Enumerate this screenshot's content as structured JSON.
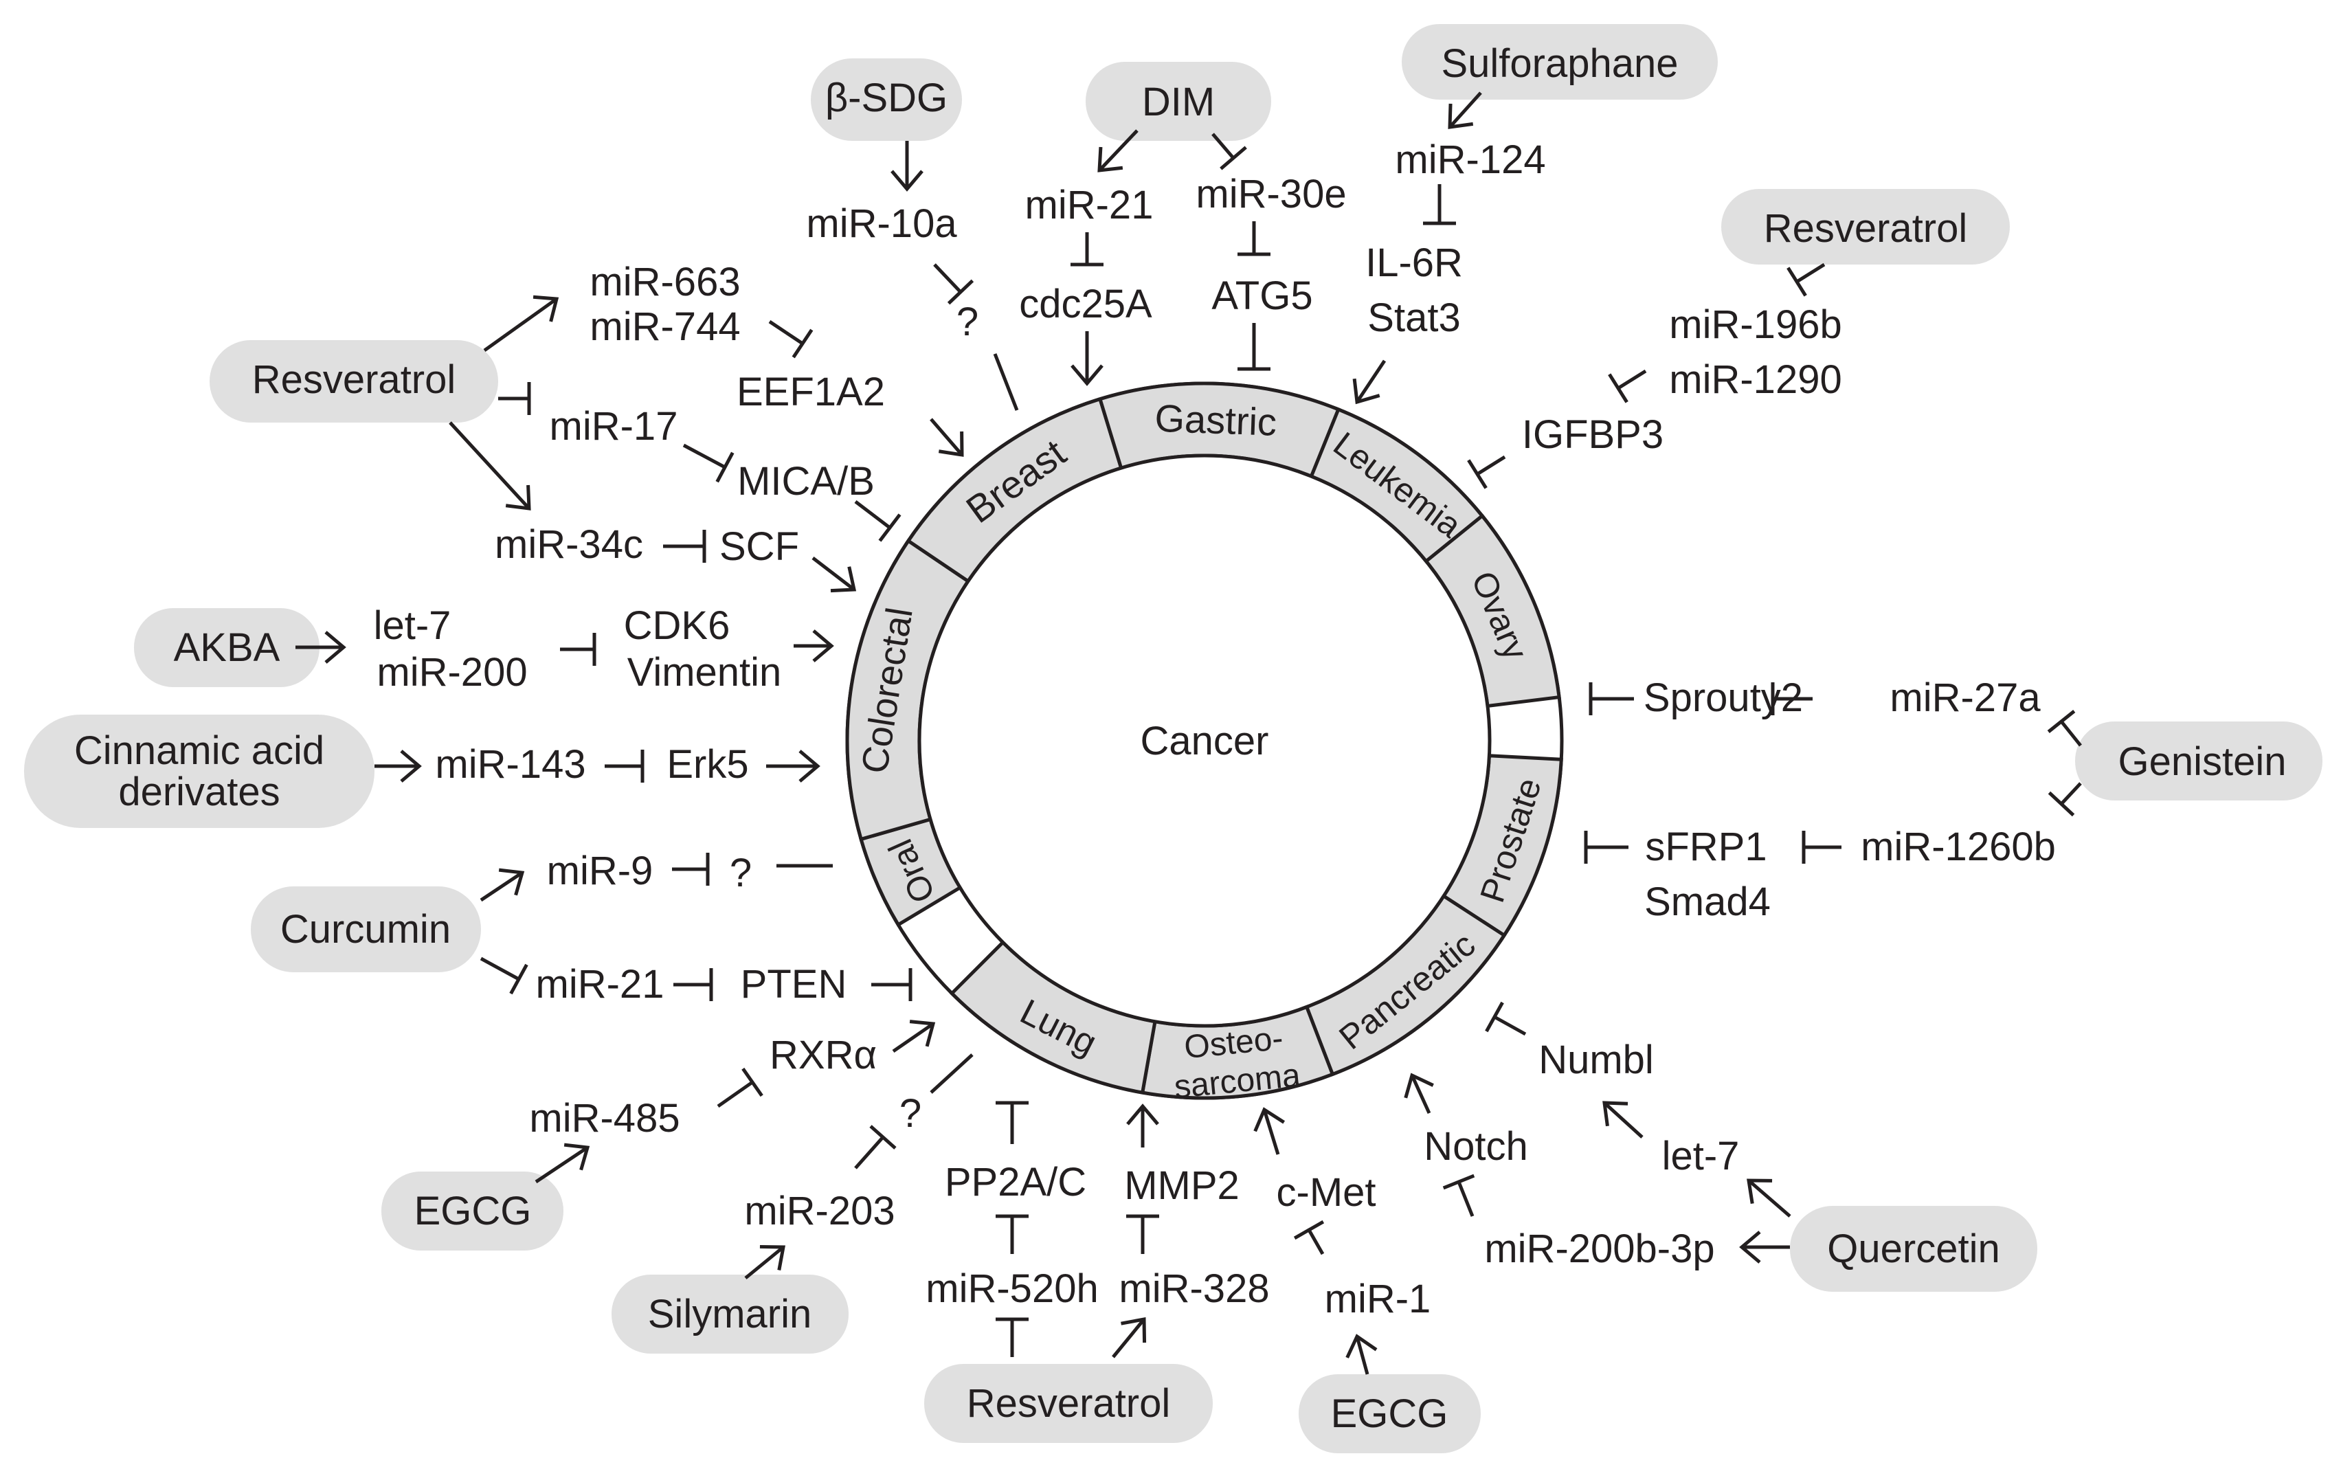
{
  "center_label": "Cancer",
  "segments": {
    "breast": "Breast",
    "gastric": "Gastric",
    "leukemia": "Leukemia",
    "ovary": "Ovary",
    "prostate": "Prostate",
    "pancreatic": "Pancreatic",
    "osteo1": "Osteo-",
    "osteo2": "sarcoma",
    "lung": "Lung",
    "oral": "Oral",
    "colorectal": "Colorectal"
  },
  "compounds": {
    "b_sdg": "β-SDG",
    "dim": "DIM",
    "sulforaphane": "Sulforaphane",
    "resveratrol_top_right": "Resveratrol",
    "resveratrol_left": "Resveratrol",
    "akba": "AKBA",
    "cinnamic1": "Cinnamic acid",
    "cinnamic2": "derivates",
    "curcumin": "Curcumin",
    "genistein": "Genistein",
    "egcg_left": "EGCG",
    "silymarin": "Silymarin",
    "resveratrol_bottom": "Resveratrol",
    "egcg_bottom": "EGCG",
    "quercetin": "Quercetin"
  },
  "labels": {
    "mir10a": "miR-10a",
    "q_breast": "?",
    "mir21_top": "miR-21",
    "cdc25a": "cdc25A",
    "mir30e": "miR-30e",
    "atg5": "ATG5",
    "mir124": "miR-124",
    "il6r": "IL-6R",
    "stat3": "Stat3",
    "mir196b": "miR-196b",
    "mir1290": "miR-1290",
    "igfbp3": "IGFBP3",
    "mir663": "miR-663",
    "mir744": "miR-744",
    "eef1a2": "EEF1A2",
    "mir17": "miR-17",
    "micab": "MICA/B",
    "mir34c": "miR-34c",
    "scf": "SCF",
    "let7_left": "let-7",
    "mir200": "miR-200",
    "cdk6": "CDK6",
    "vimentin": "Vimentin",
    "mir143": "miR-143",
    "erk5": "Erk5",
    "mir9": "miR-9",
    "q_oral": "?",
    "mir21_left": "miR-21",
    "pten": "PTEN",
    "sprouty2": "Sprouty2",
    "mir27a": "miR-27a",
    "sfrp1": "sFRP1",
    "smad4": "Smad4",
    "mir1260b": "miR-1260b",
    "rxra": "RXRα",
    "mir485": "miR-485",
    "q_lung": "?",
    "mir203": "miR-203",
    "pp2ac": "PP2A/C",
    "mir520h": "miR-520h",
    "mmp2": "MMP2",
    "mir328": "miR-328",
    "cmet": "c-Met",
    "mir1": "miR-1",
    "notch": "Notch",
    "mir200b3p": "miR-200b-3p",
    "numbl": "Numbl",
    "let7_right": "let-7"
  }
}
